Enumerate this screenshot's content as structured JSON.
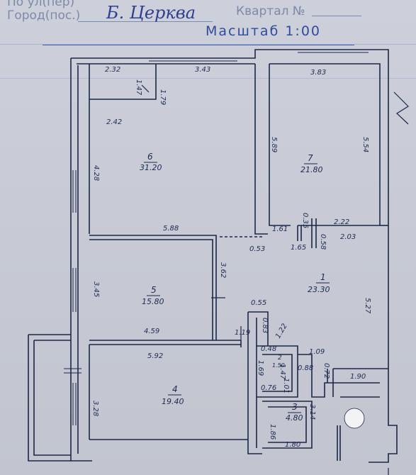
{
  "header": {
    "street_label": "По ул(пер)",
    "city_label": "Город(пос.)",
    "city_value": "Б. Церква",
    "block_label": "Квартал №",
    "scale_label": "Масштаб 1:00"
  },
  "rooms": [
    {
      "num": "1",
      "area": "23.30"
    },
    {
      "num": "2",
      "area": "1.50"
    },
    {
      "num": "3",
      "area": "4.80"
    },
    {
      "num": "4",
      "area": "19.40"
    },
    {
      "num": "5",
      "area": "15.80"
    },
    {
      "num": "6",
      "area": "31.20"
    },
    {
      "num": "7",
      "area": "21.80"
    }
  ],
  "dimensions": [
    "2.32",
    "1.47",
    "1.79",
    "3.43",
    "3.83",
    "2.42",
    "5.89",
    "5.54",
    "4.28",
    "5.88",
    "1.61",
    "0.35",
    "2.22",
    "1.65",
    "0.58",
    "2.03",
    "0.53",
    "3.45",
    "3.62",
    "5.27",
    "0.55",
    "4.59",
    "1.19",
    "0.83",
    "1.22",
    "5.92",
    "0.48",
    "1.09",
    "1.69",
    "1.47",
    "0.88",
    "0.72",
    "1.90",
    "0.76",
    "1.01",
    "3.28",
    "1.86",
    "3.14",
    "1.80"
  ]
}
